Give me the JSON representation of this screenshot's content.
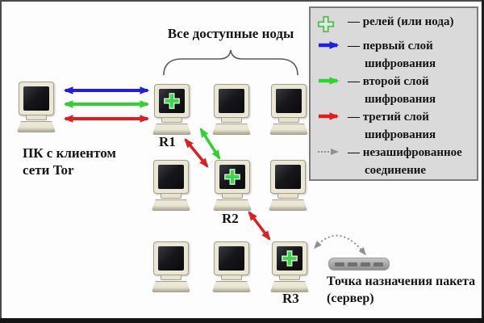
{
  "colors": {
    "blue": "#1f1fdd",
    "green": "#2ed32e",
    "red": "#de1f1f",
    "gray": "#8f8f8f",
    "plus_fill": "#3fd44f",
    "plus_stroke": "#c9efcb",
    "legend_plus_fill": "#d9efd6",
    "legend_plus_stroke": "#5cb85c"
  },
  "diagram": {
    "nodes_title": "Все доступные ноды",
    "client_label_line1": "ПК с клиентом",
    "client_label_line2": "сети Tor",
    "relay_r1": "R1",
    "relay_r2": "R2",
    "relay_r3": "R3",
    "server_label_line1": "Точка назначения пакета",
    "server_label_line2": "(сервер)"
  },
  "legend": {
    "items": [
      {
        "icon": "relay-plus-icon",
        "line1": "— релей (или нода)",
        "line2": ""
      },
      {
        "icon": "blue-arrow-icon",
        "line1": "— первый слой",
        "line2": "шифрования"
      },
      {
        "icon": "green-arrow-icon",
        "line1": "— второй слой",
        "line2": "шифрования"
      },
      {
        "icon": "red-arrow-icon",
        "line1": "— третий слой",
        "line2": "шифрования"
      },
      {
        "icon": "dotted-arrow-icon",
        "line1": "— незашифрованное",
        "line2": "соединение"
      }
    ]
  }
}
